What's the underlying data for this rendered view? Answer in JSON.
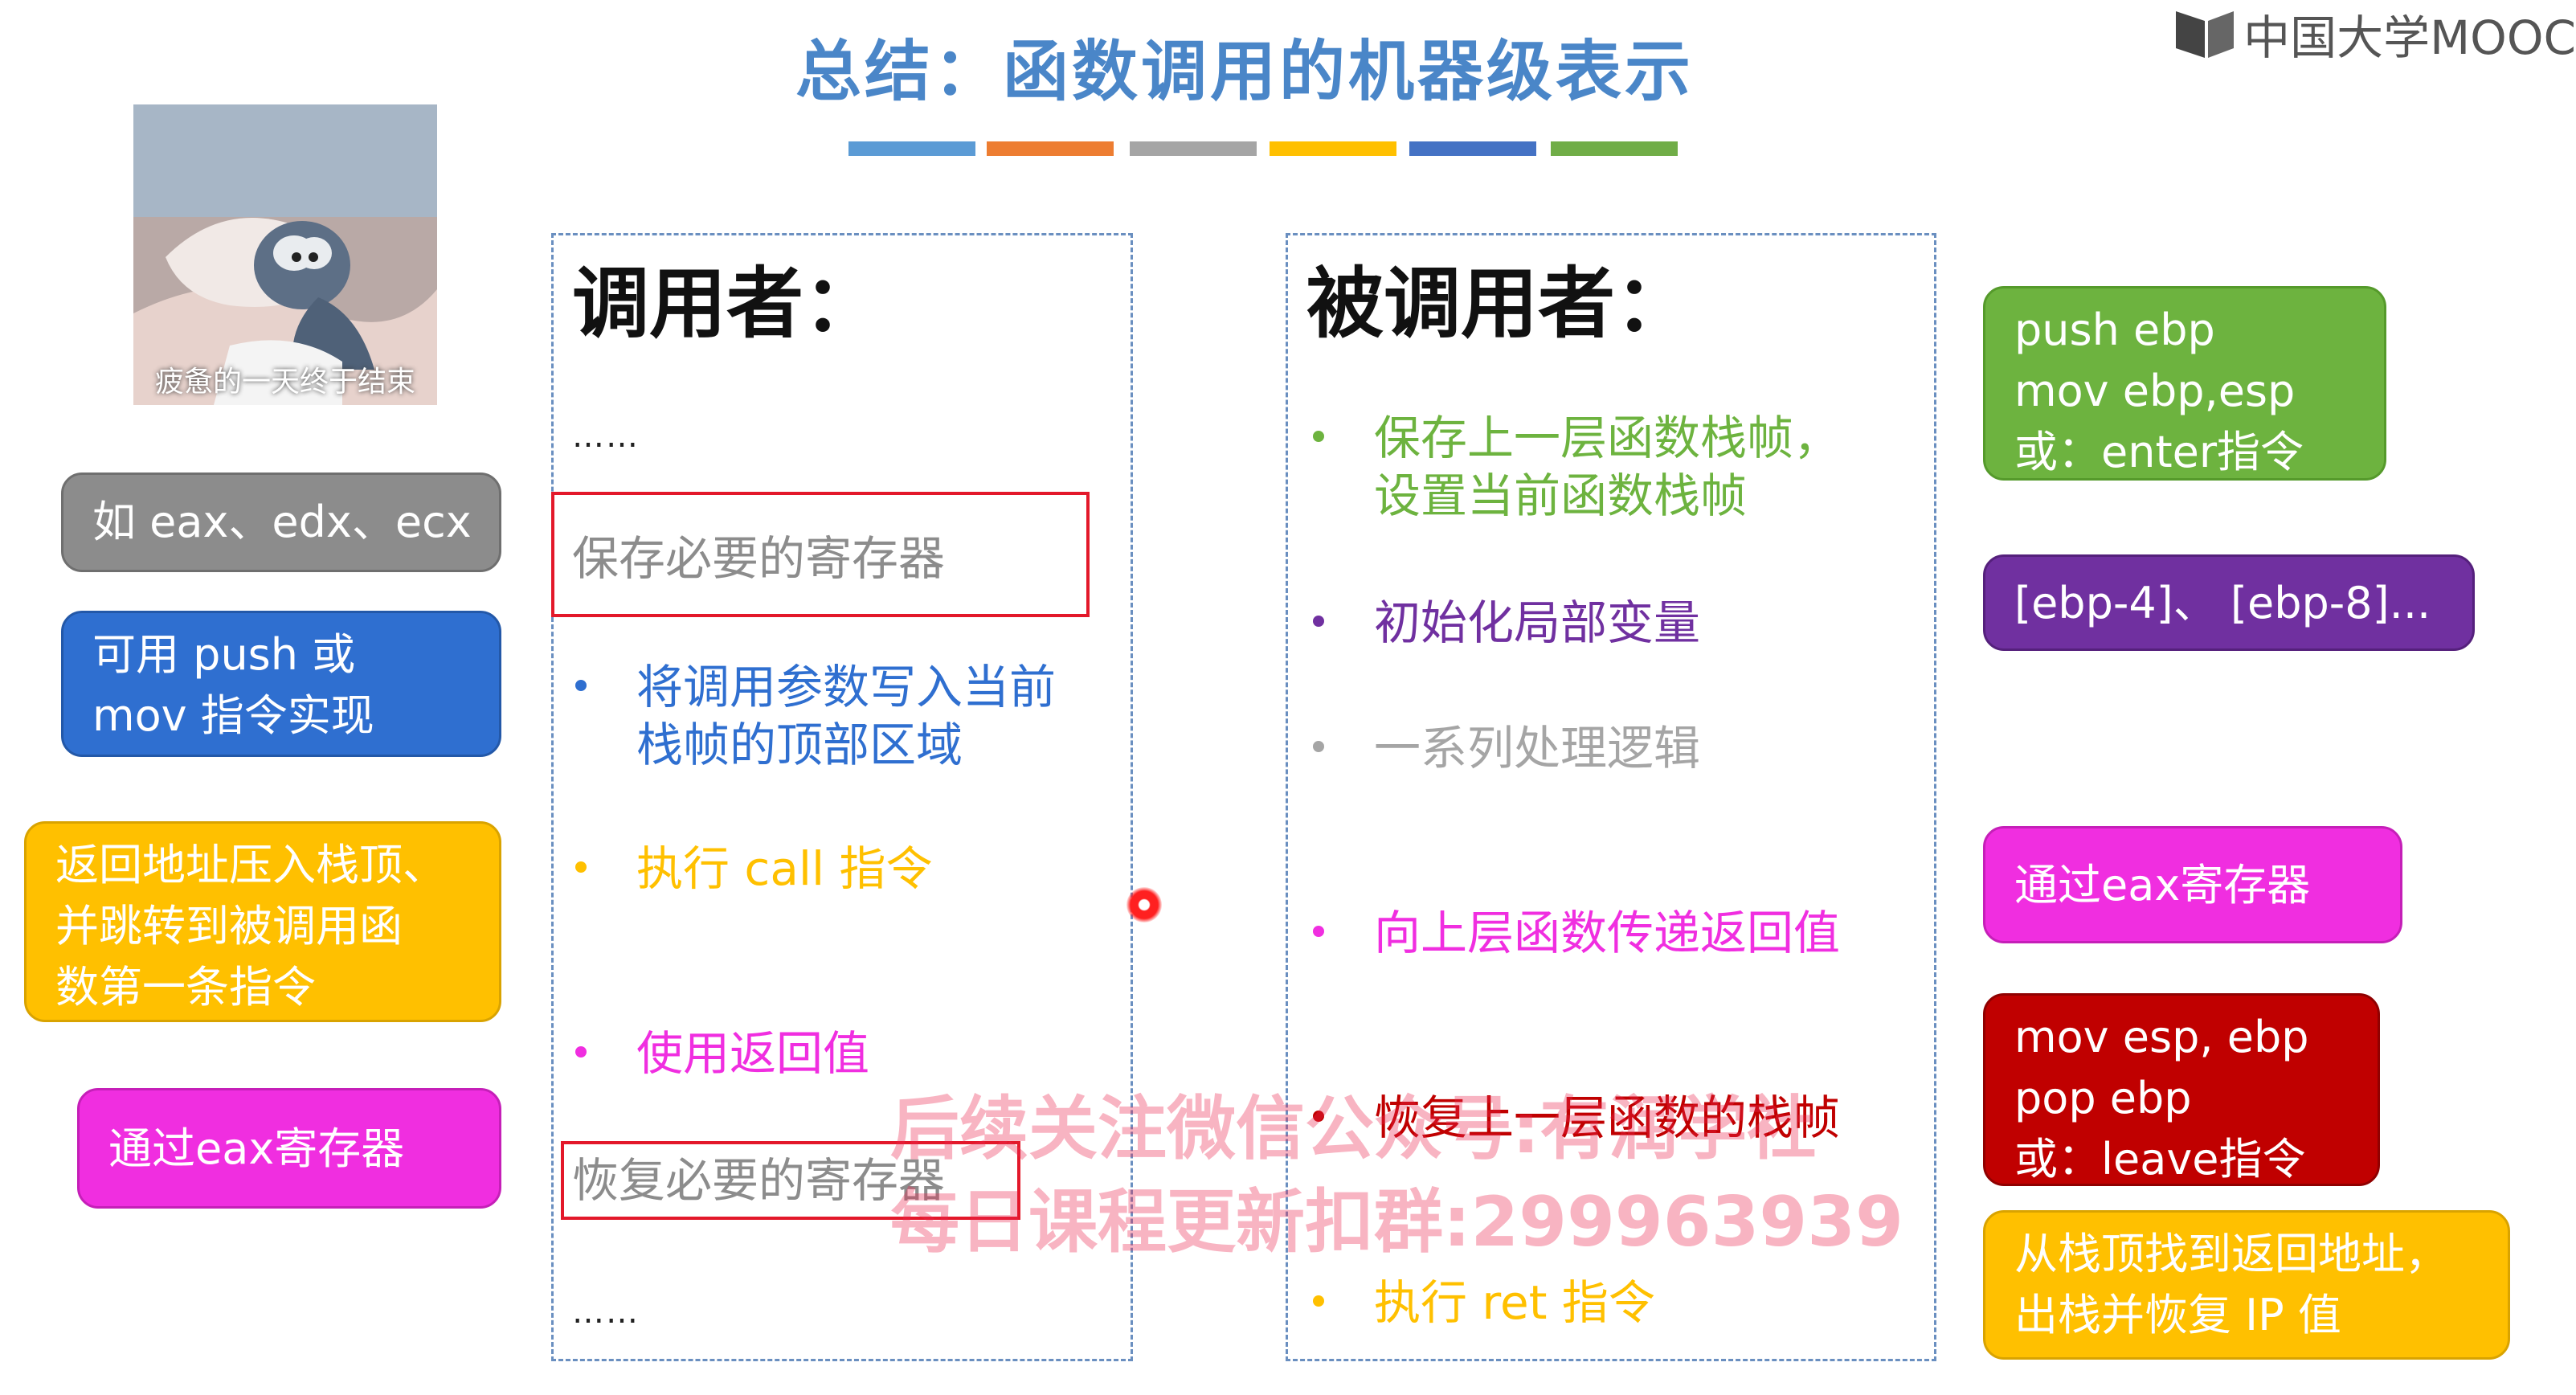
{
  "header": {
    "title": "总结：函数调用的机器级表示",
    "logo_text": "中国大学MOOC",
    "bar_colors": [
      "#5b9bd5",
      "#ed7d31",
      "#a5a5a5",
      "#ffc000",
      "#4472c4",
      "#70ad47"
    ]
  },
  "photo": {
    "caption": "疲惫的一天终于结束"
  },
  "caller": {
    "heading": "调用者：",
    "ellipsis_top": "……",
    "save_regs": "保存必要的寄存器",
    "write_args_1": "将调用参数写入当前",
    "write_args_2": "栈帧的顶部区域",
    "call": "执行 call 指令",
    "use_ret": "使用返回值",
    "restore_regs": "恢复必要的寄存器",
    "ellipsis_bottom": "……"
  },
  "callee": {
    "heading": "被调用者：",
    "save_frame_1": "保存上一层函数栈帧，",
    "save_frame_2": "设置当前函数栈帧",
    "init_locals": "初始化局部变量",
    "logic": "一系列处理逻辑",
    "return_value": "向上层函数传递返回值",
    "restore_frame": "恢复上一层函数的栈帧",
    "ret": "执行 ret 指令"
  },
  "callouts_left": {
    "regs_example": "如 eax、edx、ecx",
    "push_mov_1": "可用 push 或",
    "push_mov_2": "mov 指令实现",
    "call_desc_1": "返回地址压入栈顶、",
    "call_desc_2": "并跳转到被调用函",
    "call_desc_3": "数第一条指令",
    "eax_left": "通过eax寄存器"
  },
  "callouts_right": {
    "enter_1": "push ebp",
    "enter_2": "mov ebp,esp",
    "enter_3": "或：enter指令",
    "locals": "[ebp-4]、 [ebp-8]...",
    "eax_right": "通过eax寄存器",
    "leave_1": "mov esp, ebp",
    "leave_2": "pop ebp",
    "leave_3": "或：leave指令",
    "ret_1": "从栈顶找到返回地址，",
    "ret_2": "出栈并恢复 IP 值"
  },
  "watermark": {
    "line1": "后续关注微信公众号:有润学社",
    "line2": "每日课程更新扣群:299963939"
  },
  "colors": {
    "gray": "#8c8c8c",
    "blue": "#2f6fd0",
    "yellow": "#ffc000",
    "magenta": "#f02ee0",
    "green": "#6db33f",
    "purple": "#7030a0",
    "red": "#c00000"
  }
}
